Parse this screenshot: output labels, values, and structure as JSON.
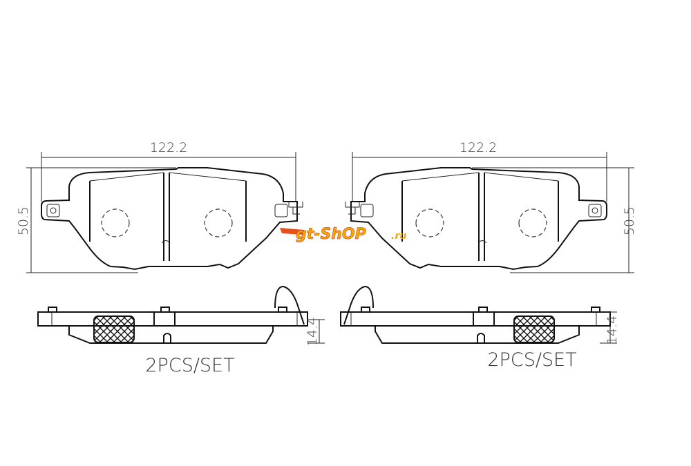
{
  "left_pad": {
    "width_dim": "122.2",
    "height_dim": "50.5",
    "thickness_dim": "14.4",
    "quantity_label": "2PCS/SET"
  },
  "right_pad": {
    "width_dim": "122.2",
    "height_dim": "50.5",
    "thickness_dim": "14.4",
    "quantity_label": "2PCS/SET"
  },
  "watermark": {
    "text": "gt-shop.ru",
    "main": "gt-ShOP",
    "suffix": ".ru",
    "color_main": "#f7a800",
    "color_accent": "#e8501a"
  }
}
